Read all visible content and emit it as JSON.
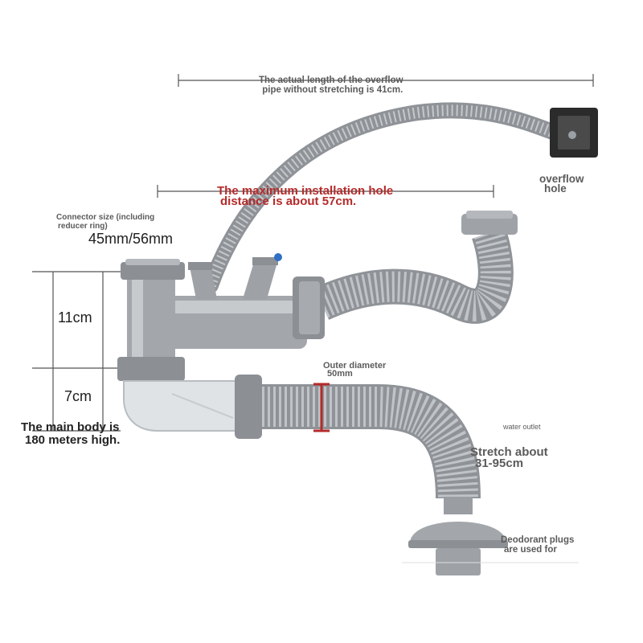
{
  "colors": {
    "pipe": "#a3a7ac",
    "pipe_dark": "#7e8388",
    "pipe_light": "#c7cacd",
    "dimension_line": "#555555",
    "highlight_red": "#b52a2a",
    "trap_clear": "#dfe3e6",
    "overflow_head": "#2b2b2b",
    "outlet_blue": "#2f6fc4"
  },
  "icons": {
    "overflow_head": "overflow-cover-icon",
    "diameter_marker": "red-caliper-icon"
  },
  "labels": {
    "overflow_length": {
      "line1": "The actual length of the overflow",
      "line2": "pipe without stretching is 41cm."
    },
    "overflow_hole": {
      "line1": "overflow",
      "line2": "hole"
    },
    "install_distance": {
      "line1": "The maximum installation hole",
      "line2": "distance is about 57cm."
    },
    "connector": {
      "line1": "Connector size (including",
      "line2": "reducer ring)",
      "size": "45mm/56mm"
    },
    "height_upper": "11cm",
    "height_lower": "7cm",
    "main_body": {
      "line1": "The main body is",
      "line2": "180 meters high."
    },
    "outer_diameter": {
      "line1": "Outer diameter",
      "line2": "50mm"
    },
    "water_outlet": "water outlet",
    "stretch": {
      "line1": "Stretch about",
      "line2": "31-95cm"
    },
    "deodorant": {
      "line1": "Deodorant plugs",
      "line2": "are used for"
    }
  }
}
